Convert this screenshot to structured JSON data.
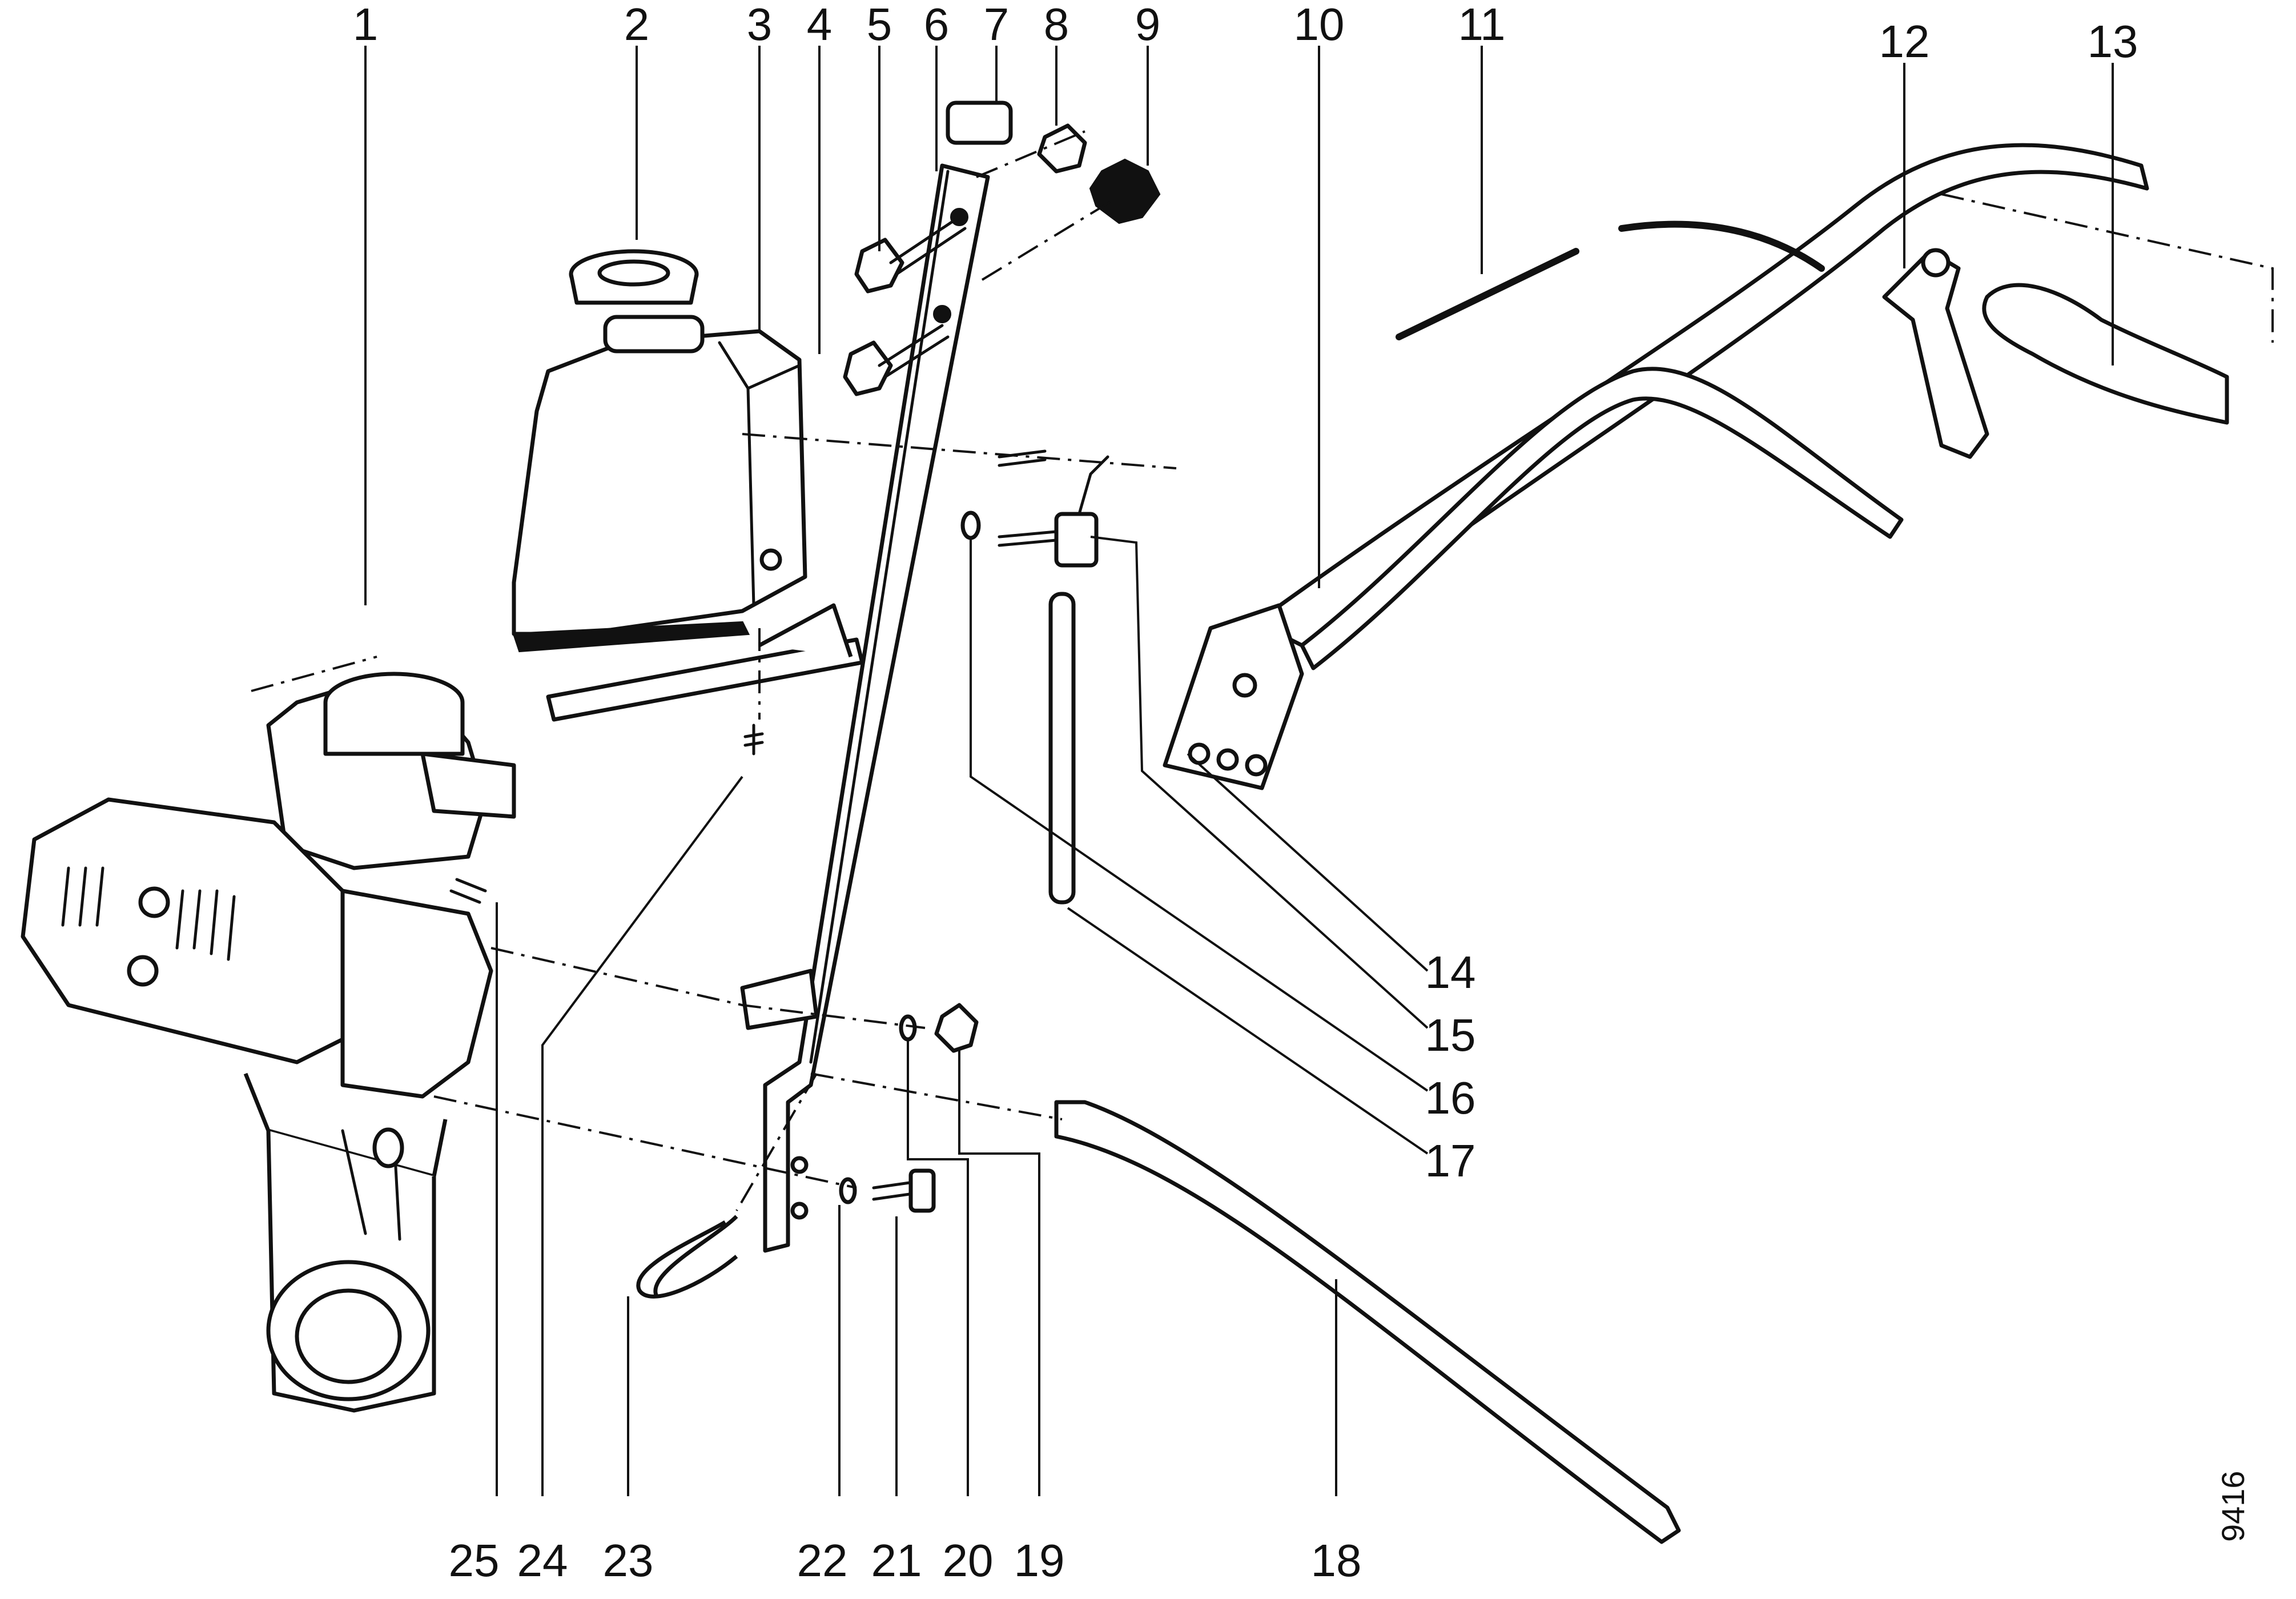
{
  "figure": {
    "drawing_number": "9416",
    "callouts": [
      "1",
      "2",
      "3",
      "4",
      "5",
      "6",
      "7",
      "8",
      "9",
      "10",
      "11",
      "12",
      "13",
      "14",
      "15",
      "16",
      "17",
      "18",
      "19",
      "20",
      "21",
      "22",
      "23",
      "24",
      "25"
    ]
  },
  "colors": {
    "ink": "#111111",
    "paper": "#ffffff"
  }
}
